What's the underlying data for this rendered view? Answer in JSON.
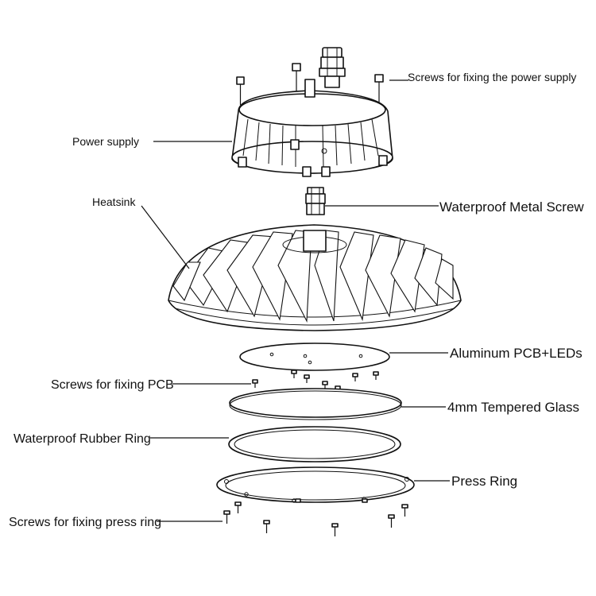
{
  "labels": {
    "screws_power_supply": "Screws for fixing the power supply",
    "power_supply": "Power supply",
    "heatsink": "Heatsink",
    "waterproof_metal_screw": "Waterproof Metal Screw",
    "aluminum_pcb": "Aluminum PCB+LEDs",
    "screws_pcb": "Screws for fixing PCB",
    "tempered_glass": "4mm Tempered Glass",
    "rubber_ring": "Waterproof Rubber Ring",
    "press_ring": "Press Ring",
    "screws_press_ring": "Screws for fixing press ring"
  }
}
